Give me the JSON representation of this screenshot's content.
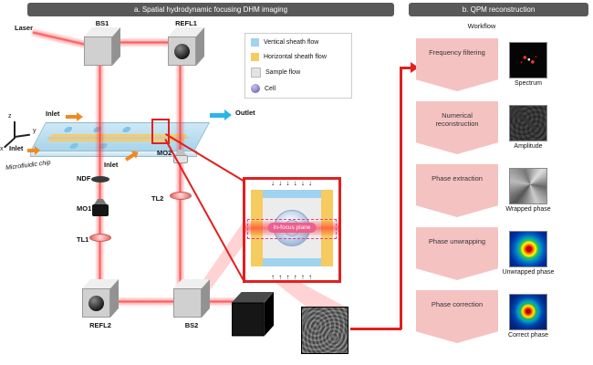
{
  "colors": {
    "header_bg": "#595959",
    "beam_red": "#ff2d2d",
    "accent_red": "#e02020",
    "step_pink": "#f5c2c2",
    "vertical_sheath": "#9fd3ee",
    "horizontal_sheath": "#f6cb5f",
    "sample_flow": "#e3e3e3",
    "cell_purple": "#8b7fc7",
    "outlet_cyan": "#29b6e8",
    "inlet_orange": "#f08a1e",
    "in_focus_pink": "#ec5f8f"
  },
  "panel_a": {
    "title": "a. Spatial hydrodynamic focusing DHM imaging",
    "labels": {
      "laser": "Laser",
      "bs1": "BS1",
      "refl1": "REFL1",
      "refl2": "REFL2",
      "bs2": "BS2",
      "mo1": "MO1",
      "mo2": "MO2",
      "tl1": "TL1",
      "tl2": "TL2",
      "ndf": "NDF",
      "inlet_top": "Inlet",
      "inlet_left": "Inlet",
      "inlet_bottom": "Inlet",
      "outlet": "Outlet",
      "chip": "Microfluidic chip"
    },
    "axes": {
      "z": "z",
      "y": "y",
      "x": "x"
    },
    "legend": {
      "items": [
        {
          "label": "Vertical sheath flow"
        },
        {
          "label": "Horizontal sheath flow"
        },
        {
          "label": "Sample flow"
        },
        {
          "label": "Cell"
        }
      ]
    },
    "inset": {
      "arrows_down": "↓ ↓ ↓ ↓ ↓ ↓",
      "arrows_up": "↑ ↑ ↑ ↑ ↑ ↑",
      "in_focus_plane": "In-focus plane"
    }
  },
  "panel_b": {
    "title": "b. QPM reconstruction",
    "workflow_label": "Workflow",
    "steps": [
      {
        "label": "Frequency filtering",
        "caption": "Spectrum"
      },
      {
        "label": "Numerical reconstruction",
        "caption": "Amplitude"
      },
      {
        "label": "Phase extraction",
        "caption": "Wrapped phase"
      },
      {
        "label": "Phase unwrapping",
        "caption": "Unwrapped phase"
      },
      {
        "label": "Phase correction",
        "caption": "Correct phase"
      }
    ]
  }
}
